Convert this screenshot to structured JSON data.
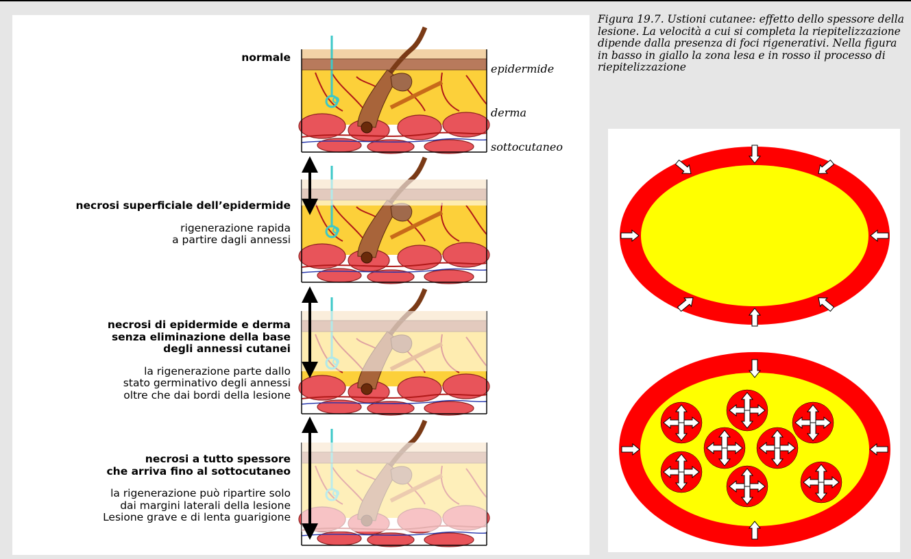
{
  "caption": "Figura 19.7. Ustioni cutanee: effetto dello spessore della lesione. La velocità a cui si completa la riepitelizzazione dipende dalla presenza di foci rigenerativi. Nella figura in basso in giallo la zona lesa e in rosso il processo di riepitelizzazione",
  "layer_labels": {
    "epidermis": "epidermide",
    "dermis": "derma",
    "subcutis": "sottocutaneo"
  },
  "panels": [
    {
      "title": [
        "normale"
      ],
      "desc": []
    },
    {
      "title": [
        "necrosi superficiale dell’epidermide"
      ],
      "desc": [
        "rigenerazione rapida",
        "a partire dagli annessi"
      ]
    },
    {
      "title": [
        "necrosi di epidermide e derma",
        "senza eliminazione della base",
        "degli annessi cutanei"
      ],
      "desc": [
        "la rigenerazione parte dallo",
        "stato germinativo degli annessi",
        "oltre che dai bordi della lesione"
      ]
    },
    {
      "title": [
        "necrosi a tutto spessore",
        "che arriva fino al sottocutaneo"
      ],
      "desc": [
        "la rigenerazione può ripartire solo",
        "dai margini laterali della lesione",
        "Lesione grave e di lenta guarigione"
      ]
    }
  ],
  "colors": {
    "wound": "#ffff00",
    "regeneration": "#ff0000",
    "skin": "#f0c08c",
    "dermis": "#f7c637",
    "fat": "#e8545a"
  }
}
